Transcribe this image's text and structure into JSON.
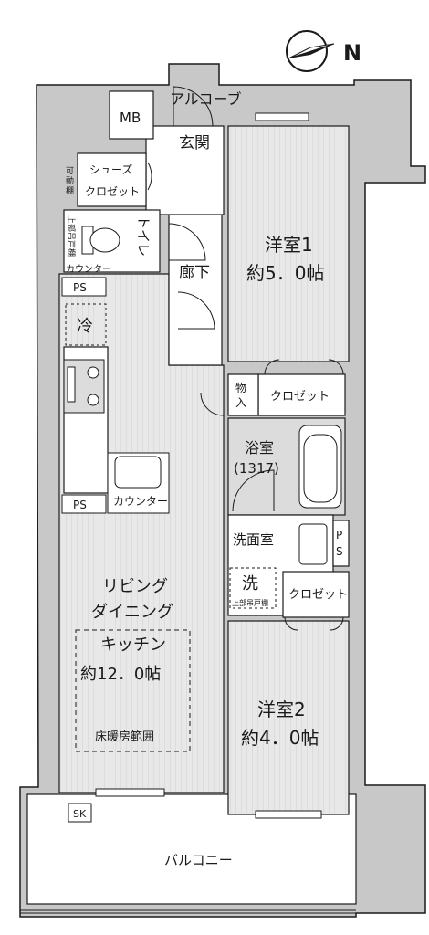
{
  "compass": {
    "letter": "N"
  },
  "rooms": {
    "alcove": "アルコーブ",
    "mb": "MB",
    "entrance": "玄関",
    "shoe_closet_line1": "シューズ",
    "shoe_closet_line2": "クロゼット",
    "movable_shelf_line1": "可",
    "movable_shelf_line2": "動",
    "movable_shelf_line3": "棚",
    "toilet": "トイレ",
    "upper_cabinet": "上部吊戸棚",
    "counter_small": "カウンター",
    "ps_top": "PS",
    "refrigerator": "冷",
    "hallway": "廊下",
    "storage_line1": "物",
    "storage_line2": "入",
    "closet_1": "クロゼット",
    "bedroom1_name": "洋室1",
    "bedroom1_size": "約5．0帖",
    "bath_name": "浴室",
    "bath_size": "(1317)",
    "washroom": "洗面室",
    "ps_right_line1": "P",
    "ps_right_line2": "S",
    "washer": "洗",
    "washer_cabinet": "上部吊戸棚",
    "closet_2": "クロゼット",
    "counter_kitchen": "カウンター",
    "ps_kitchen": "PS",
    "ldk_line1": "リビング",
    "ldk_line2": "ダイニング",
    "ldk_line3": "キッチン",
    "ldk_size": "約12．0帖",
    "floor_heating": "床暖房範囲",
    "bedroom2_name": "洋室2",
    "bedroom2_size": "約4．0帖",
    "sk": "SK",
    "balcony": "バルコニー"
  },
  "colors": {
    "wall": "#c8c8c8",
    "floor": "#e6e6e6",
    "outline": "#1a1a1a",
    "background": "#ffffff"
  }
}
